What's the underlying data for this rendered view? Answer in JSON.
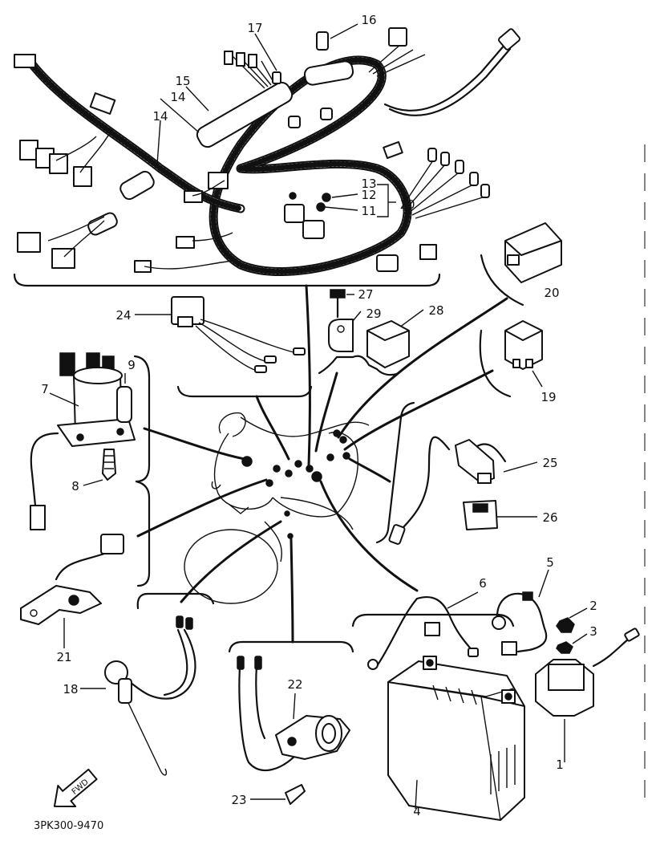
{
  "callouts": [
    "1",
    "2",
    "3",
    "4",
    "5",
    "6",
    "7",
    "8",
    "9",
    "10",
    "11",
    "12",
    "13",
    "14",
    "14",
    "15",
    "16",
    "17",
    "18",
    "19",
    "20",
    "21",
    "22",
    "23",
    "24",
    "25",
    "26",
    "27",
    "28",
    "29"
  ],
  "direction_arrow": {
    "text": "FWD",
    "icon": "forward-arrow-icon"
  },
  "drawing_code": "3PK300-9470"
}
